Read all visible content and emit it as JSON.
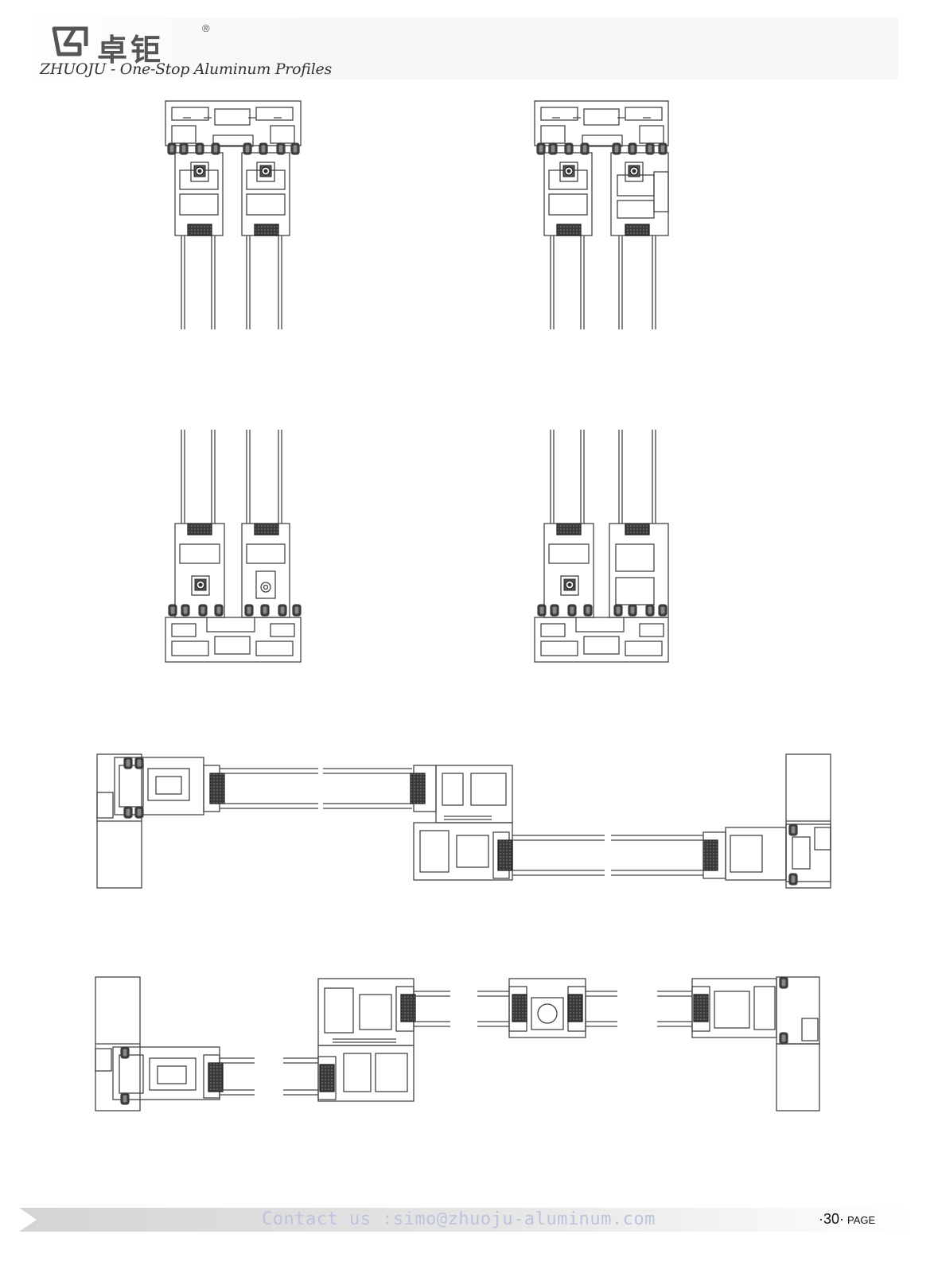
{
  "header": {
    "brand_cn": "卓钜",
    "registered": "®",
    "tagline": "ZHUOJU - One-Stop Aluminum Profiles"
  },
  "footer": {
    "contact": "Contact us :simo@zhuoju-aluminum.com",
    "page_number": "·30·",
    "page_label": "PAGE"
  },
  "colors": {
    "line": "#444444",
    "seal": "#2a2a2a",
    "contact_text": "#bcc3dc"
  },
  "icons": {
    "logo": "zhuoju-logo-icon",
    "arrow": "footer-arrow-icon"
  }
}
